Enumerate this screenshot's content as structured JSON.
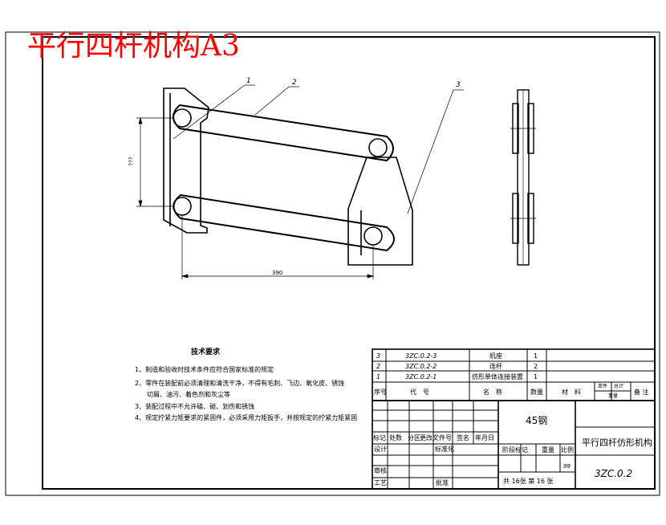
{
  "sheet_title": "平行四杆机构A3",
  "balloons": [
    "1",
    "2",
    "3"
  ],
  "dimensions": {
    "vertical": "???",
    "horizontal": "390"
  },
  "tech_requirements": {
    "title": "技术要求",
    "notes": [
      "1、制造和验收时技术条件应符合国家标准的规定",
      "2、零件在装配前必须清理和清洗干净，不得有毛刺、飞边、氧化皮、锈蚀",
      "切屑、油污、着色剂和灰尘等",
      "3、装配过程中不允许磕、碰、划伤和锈蚀",
      "4、规定拧紧力矩要求的紧固件，必须采用力矩扳手，并按规定的拧紧力矩紧固"
    ]
  },
  "parts_list": {
    "rows": [
      {
        "seq": "3",
        "code": "3ZC.0.2-3",
        "name": "机座",
        "qty": "1"
      },
      {
        "seq": "2",
        "code": "3ZC.0.2-2",
        "name": "连杆",
        "qty": "2"
      },
      {
        "seq": "1",
        "code": "3ZC.0.2-1",
        "name": "仿形单体连接装置",
        "qty": "1"
      }
    ],
    "header": {
      "seq": "序号",
      "code": "代　号",
      "name": "名　称",
      "qty": "数量",
      "material": "材　料",
      "single": "单件",
      "total": "总计",
      "weight": "重量",
      "remark": "备 注"
    }
  },
  "title_block": {
    "material": "45钢",
    "drawing_name": "平行四杆仿形机构",
    "drawing_number": "3ZC.0.2",
    "labels": {
      "mark": "标记",
      "count": "处数",
      "zone": "分区",
      "change_doc": "更改文件号",
      "signature": "签名",
      "date": "年月日",
      "design": "设计",
      "standardize": "标准化",
      "stage_mark": "阶段标记",
      "weight": "重量",
      "scale": "比例",
      "review": "审核",
      "process": "工艺",
      "approve": "批准"
    },
    "scale_value": "99",
    "sheets": "共 16张 第 16 张"
  }
}
